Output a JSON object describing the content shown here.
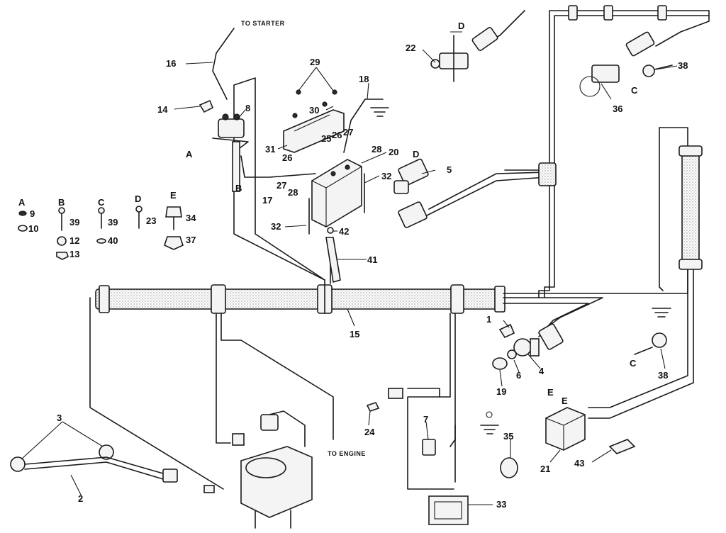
{
  "callouts": {
    "n1": "1",
    "n2": "2",
    "n3": "3",
    "n4": "4",
    "n5": "5",
    "n6": "6",
    "n7": "7",
    "n8": "8",
    "n9": "9",
    "n10": "10",
    "n12": "12",
    "n13": "13",
    "n14": "14",
    "n15": "15",
    "n16": "16",
    "n17": "17",
    "n18": "18",
    "n19": "19",
    "n20": "20",
    "n21": "21",
    "n22": "22",
    "n23": "23",
    "n24": "24",
    "n25": "25",
    "n26a": "26",
    "n26b": "26",
    "n27a": "27",
    "n27b": "27",
    "n28a": "28",
    "n28b": "28",
    "n29": "29",
    "n30": "30",
    "n31": "31",
    "n32a": "32",
    "n32b": "32",
    "n33": "33",
    "n34": "34",
    "n35": "35",
    "n36": "36",
    "n37": "37",
    "n38a": "38",
    "n38b": "38",
    "n39a": "39",
    "n39b": "39",
    "n40": "40",
    "n41": "41",
    "n42": "42",
    "n43": "43"
  },
  "letters": {
    "A": "A",
    "B": "B",
    "C": "C",
    "D": "D",
    "E": "E",
    "A_ref": "A",
    "B_ref": "B",
    "C_ref1": "C",
    "C_ref2": "C",
    "D_ref1": "D",
    "D_ref2": "D",
    "E_ref1": "E",
    "E_ref2": "E"
  },
  "text": {
    "to_starter": "TO STARTER",
    "to_engine": "TO ENGINE"
  }
}
